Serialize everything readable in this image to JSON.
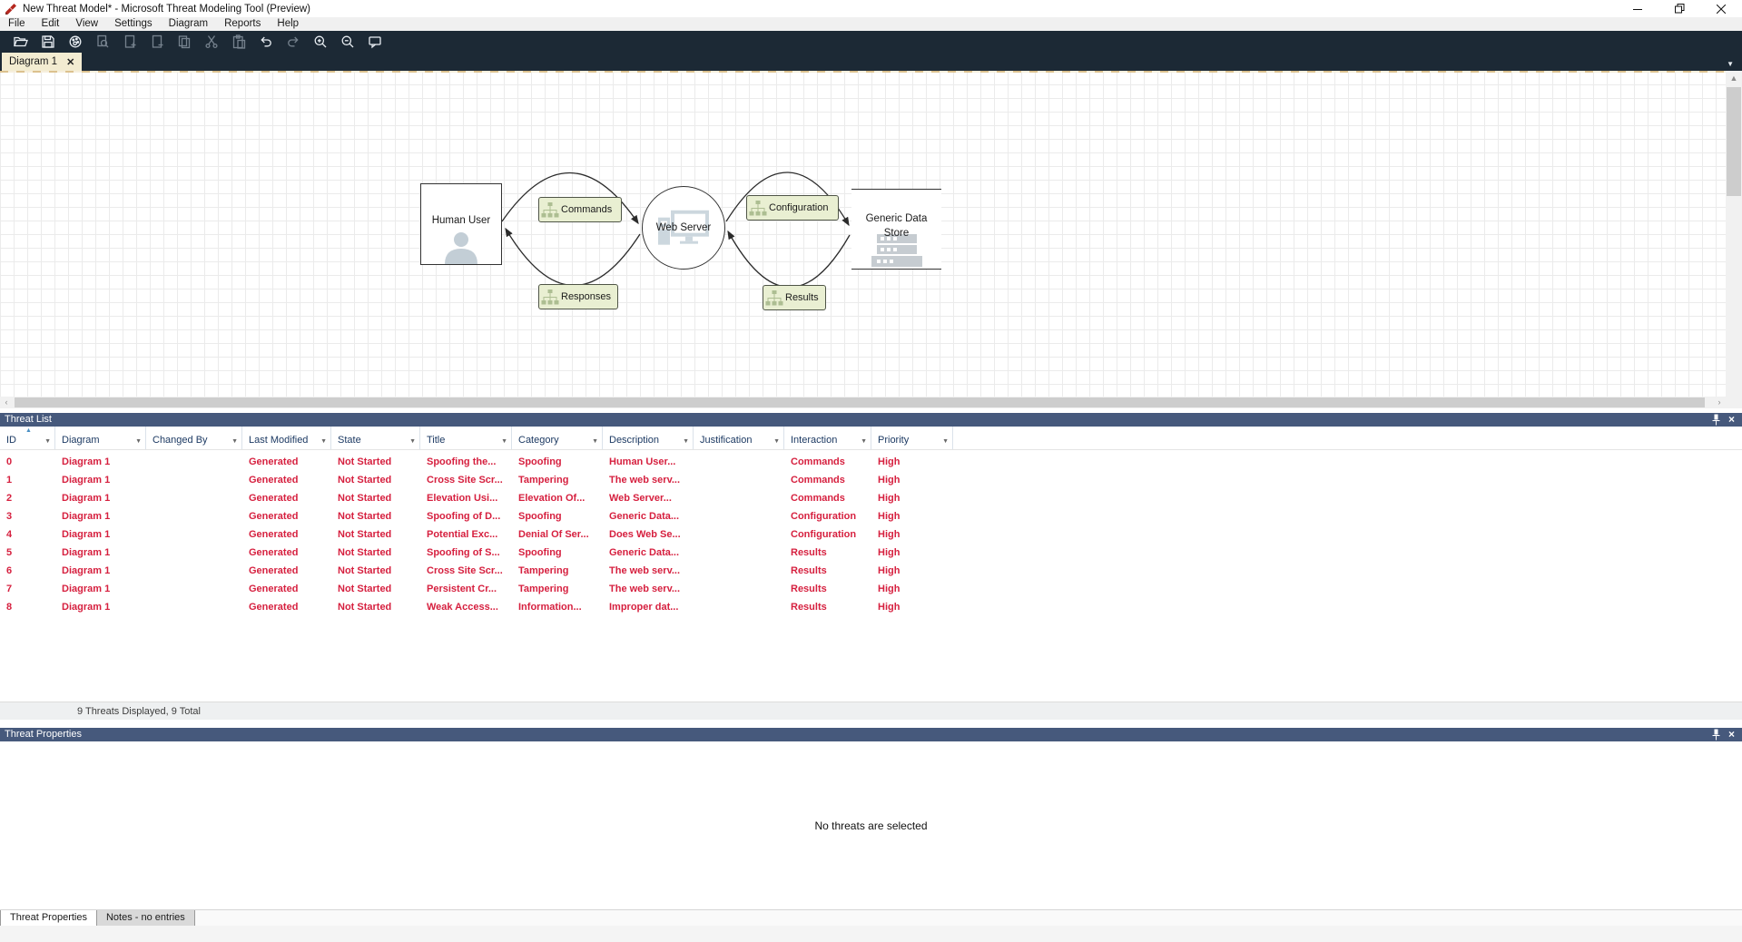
{
  "window": {
    "title": "New Threat Model* - Microsoft Threat Modeling Tool (Preview)",
    "controls": [
      "minimize",
      "restore",
      "close"
    ]
  },
  "menu": {
    "items": [
      "File",
      "Edit",
      "View",
      "Settings",
      "Diagram",
      "Reports",
      "Help"
    ]
  },
  "toolbar": {
    "icons": [
      "open",
      "save",
      "report",
      "validate-diagram",
      "add-diagram",
      "remove-diagram",
      "copy",
      "cut",
      "paste",
      "undo",
      "redo",
      "zoom-in",
      "zoom-out",
      "feedback"
    ]
  },
  "tab_strip": {
    "active_tab": "Diagram 1"
  },
  "diagram": {
    "nodes": [
      {
        "label": "Human User",
        "type": "external-entity",
        "icon": "person-icon"
      },
      {
        "label": "Web Server",
        "type": "process",
        "icon": "web-server-icon"
      },
      {
        "label": "Generic Data Store",
        "type": "data-store",
        "icon": "database-icon"
      }
    ],
    "flows": [
      {
        "label": "Commands"
      },
      {
        "label": "Responses"
      },
      {
        "label": "Configuration"
      },
      {
        "label": "Results"
      }
    ],
    "flow_label_bg": "#e9efd2"
  },
  "threat_list": {
    "title": "Threat List",
    "columns": [
      "ID",
      "Diagram",
      "Changed By",
      "Last Modified",
      "State",
      "Title",
      "Category",
      "Description",
      "Justification",
      "Interaction",
      "Priority"
    ],
    "rows": [
      [
        "0",
        "Diagram 1",
        "",
        "Generated",
        "Not Started",
        "Spoofing the...",
        "Spoofing",
        "Human User...",
        "",
        "Commands",
        "High"
      ],
      [
        "1",
        "Diagram 1",
        "",
        "Generated",
        "Not Started",
        "Cross Site Scr...",
        "Tampering",
        "The web serv...",
        "",
        "Commands",
        "High"
      ],
      [
        "2",
        "Diagram 1",
        "",
        "Generated",
        "Not Started",
        "Elevation Usi...",
        "Elevation Of...",
        "Web Server...",
        "",
        "Commands",
        "High"
      ],
      [
        "3",
        "Diagram 1",
        "",
        "Generated",
        "Not Started",
        "Spoofing of D...",
        "Spoofing",
        "Generic Data...",
        "",
        "Configuration",
        "High"
      ],
      [
        "4",
        "Diagram 1",
        "",
        "Generated",
        "Not Started",
        "Potential Exc...",
        "Denial Of Ser...",
        "Does Web Se...",
        "",
        "Configuration",
        "High"
      ],
      [
        "5",
        "Diagram 1",
        "",
        "Generated",
        "Not Started",
        "Spoofing of S...",
        "Spoofing",
        "Generic Data...",
        "",
        "Results",
        "High"
      ],
      [
        "6",
        "Diagram 1",
        "",
        "Generated",
        "Not Started",
        "Cross Site Scr...",
        "Tampering",
        "The web serv...",
        "",
        "Results",
        "High"
      ],
      [
        "7",
        "Diagram 1",
        "",
        "Generated",
        "Not Started",
        "Persistent Cr...",
        "Tampering",
        "The web serv...",
        "",
        "Results",
        "High"
      ],
      [
        "8",
        "Diagram 1",
        "",
        "Generated",
        "Not Started",
        "Weak Access...",
        "Information...",
        "Improper dat...",
        "",
        "Results",
        "High"
      ]
    ],
    "status": "9 Threats Displayed, 9 Total",
    "row_text_color": "#d6203f"
  },
  "threat_properties": {
    "title": "Threat Properties",
    "empty_message": "No threats are selected",
    "tabs": [
      {
        "label": "Threat Properties",
        "active": true
      },
      {
        "label": "Notes - no entries",
        "active": false
      }
    ]
  },
  "colors": {
    "panel_header": "#46597c",
    "toolbar_bg": "#1c2935",
    "tab_active_bg": "#f3ecd1"
  }
}
